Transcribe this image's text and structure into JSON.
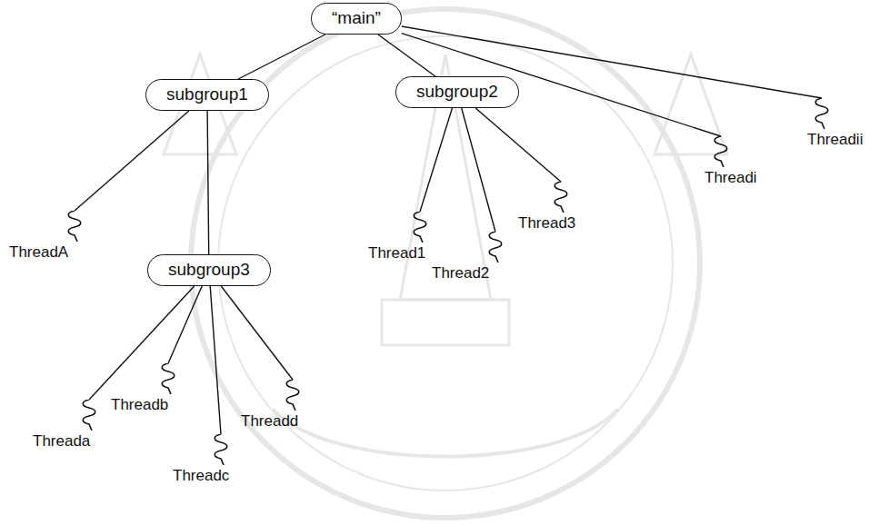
{
  "diagram": {
    "nodes": [
      {
        "text": [
          "“main”"
        ]
      },
      {
        "text": [
          "subgroup1"
        ]
      },
      {
        "text": [
          "subgroup2"
        ]
      },
      {
        "text": [
          "Threadi"
        ]
      },
      {
        "text": [
          "Threadii"
        ]
      },
      {
        "text": [
          "ThreadA"
        ]
      },
      {
        "text": [
          "subgroup3"
        ]
      },
      {
        "text": [
          "Thread1"
        ]
      },
      {
        "text": [
          "Thread2"
        ]
      },
      {
        "text": [
          "Thread3"
        ]
      },
      {
        "text": [
          "Threada"
        ]
      },
      {
        "text": [
          "Threadb"
        ]
      },
      {
        "text": [
          "Threadc"
        ]
      },
      {
        "text": [
          "Threadd"
        ]
      }
    ],
    "edges": [
      {
        "from": 0,
        "to": 1,
        "arrow": "none"
      },
      {
        "from": 0,
        "to": 2,
        "arrow": "none"
      },
      {
        "from": 0,
        "to": 3,
        "arrow": "none"
      },
      {
        "from": 0,
        "to": 4,
        "arrow": "none"
      },
      {
        "from": 1,
        "to": 5,
        "arrow": "none"
      },
      {
        "from": 1,
        "to": 6,
        "arrow": "none"
      },
      {
        "from": 2,
        "to": 7,
        "arrow": "none"
      },
      {
        "from": 2,
        "to": 8,
        "arrow": "none"
      },
      {
        "from": 2,
        "to": 9,
        "arrow": "none"
      },
      {
        "from": 6,
        "to": 10,
        "arrow": "none"
      },
      {
        "from": 6,
        "to": 11,
        "arrow": "none"
      },
      {
        "from": 6,
        "to": 12,
        "arrow": "none"
      },
      {
        "from": 6,
        "to": 13,
        "arrow": "none"
      }
    ]
  }
}
